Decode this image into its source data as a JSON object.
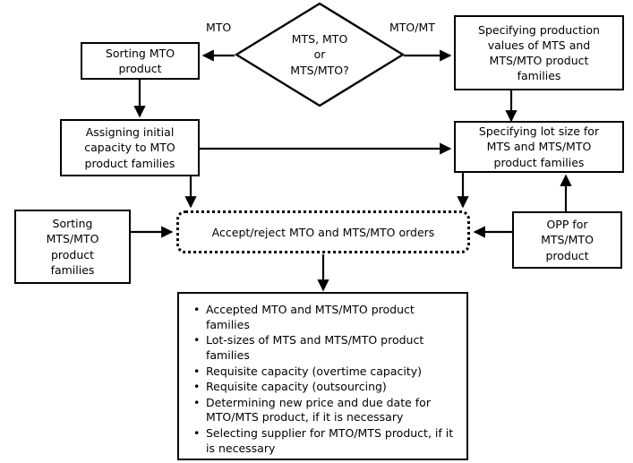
{
  "diagram": {
    "title": "MTO / MTS / MTS-MTO order acceptance flowchart",
    "colors": {
      "line": "#000000",
      "background": "#ffffff",
      "text": "#000000"
    },
    "decision": {
      "name": "product-family-type-decision",
      "text": "MTS, MTO\nor\nMTS/MTO?"
    },
    "nodes": {
      "sorting_mto": "Sorting MTO\nproduct",
      "assigning_capacity": "Assigning  initial\ncapacity to MTO\nproduct families",
      "specifying_production_values": "Specifying production\nvalues of MTS and\nMTS/MTO product\nfamilies",
      "specifying_lot_size": "Specifying lot size for\nMTS and MTS/MTO\nproduct families",
      "sorting_mts_mto": "Sorting\nMTS/MTO\nproduct\nfamilies",
      "accept_reject": "Accept/reject MTO and  MTS/MTO  orders",
      "opp": "OPP for\nMTS/MTO\nproduct"
    },
    "edge_labels": {
      "left_branch": "MTO",
      "right_branch": "MTO/MT"
    },
    "outputs": {
      "name": "outputs-list",
      "items": [
        "Accepted MTO and  MTS/MTO  product families",
        "Lot-sizes of MTS and  MTS/MTO  product families",
        "Requisite  capacity (overtime capacity)",
        "Requisite  capacity (outsourcing)",
        "Determining  new price and due date for MTO/MTS product, if it is necessary",
        "Selecting  supplier for MTO/MTS product, if it is necessary"
      ]
    }
  }
}
